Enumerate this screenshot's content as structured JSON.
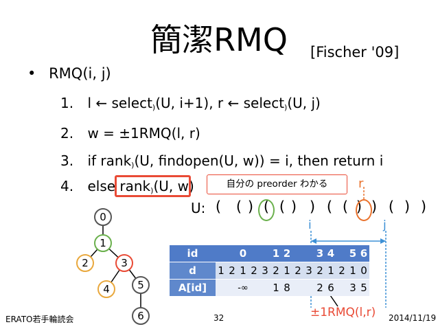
{
  "slide": {
    "title": "簡潔RMQ",
    "citation": "[Fischer '09]",
    "bullet": "RMQ(i, j)",
    "steps": [
      {
        "num": "1.",
        "text": "l ← select",
        "sub1": ")",
        "mid": "(U, i+1), r ← select",
        "sub2": ")",
        "end": "(U, j)"
      },
      {
        "num": "2.",
        "text": "w = ±1RMQ(l, r)"
      },
      {
        "num": "3.",
        "pre": "if rank",
        "sub": ")",
        "post": "(U, findopen(U, w)) = i, then return i"
      },
      {
        "num": "4.",
        "pre": "else ",
        "rank": "rank",
        "sub": ")",
        "post": "(U, w)"
      }
    ],
    "note": "自分の preorder わかる",
    "r_label": "r",
    "u_label": "U:",
    "parens": [
      "(",
      "(",
      ")",
      "(",
      "(",
      ")",
      ")",
      "(",
      "(",
      ")",
      ")",
      "(",
      ")",
      ")"
    ],
    "i_label": "i",
    "j_label": "j",
    "table": {
      "headers": [
        "id",
        "d",
        "A[id]"
      ],
      "id_row": [
        "",
        "",
        "0",
        "",
        "",
        "1",
        "2",
        "",
        "",
        "3",
        "4",
        "",
        "5",
        "6"
      ],
      "d_row": [
        "1",
        "2",
        "1",
        "2",
        "3",
        "2",
        "1",
        "2",
        "3",
        "2",
        "1",
        "2",
        "1",
        "0"
      ],
      "a_row": [
        "",
        "",
        "-∞",
        "",
        "",
        "1",
        "8",
        "",
        "",
        "2",
        "6",
        "",
        "3",
        "5"
      ]
    },
    "annotation": "±1RMQ(l,r)",
    "tree_nodes": [
      "0",
      "1",
      "2",
      "3",
      "4",
      "5",
      "6"
    ],
    "footer_left": "ERATO若手輪読会",
    "page_number": "32",
    "footer_date": "2014/11/19",
    "colors": {
      "red": "#e94a35",
      "orange": "#e9722d",
      "green": "#6ab04c",
      "blue": "#3d90d6",
      "table_dark": "#4f7bc8"
    }
  }
}
